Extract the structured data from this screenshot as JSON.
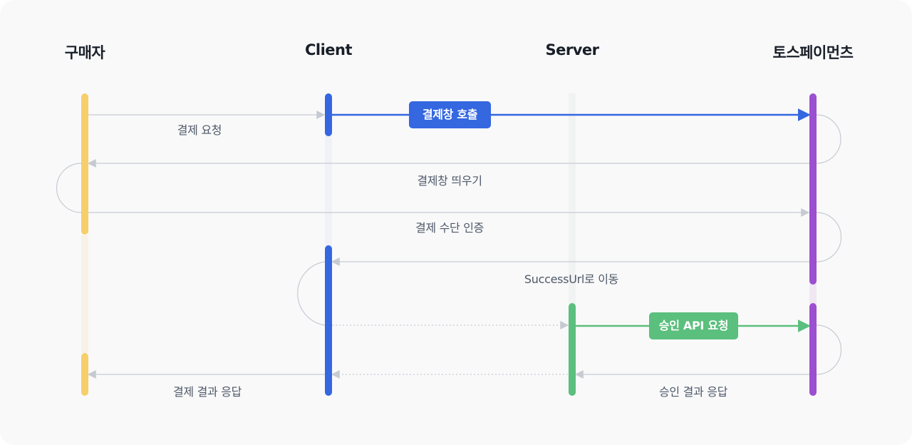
{
  "actors": {
    "buyer": "구매자",
    "client": "Client",
    "server": "Server",
    "toss": "토스페이먼츠"
  },
  "messages": {
    "pay_request": "결제 요청",
    "open_window": "결제창 호출",
    "show_window": "결제창 띄우기",
    "auth_method": "결제 수단 인증",
    "success_url": "SuccessUrl로 이동",
    "approve_request": "승인 API 요청",
    "approve_response": "승인 결과 응답",
    "pay_response": "결제 결과 응답"
  },
  "colors": {
    "buyer": "#f7cf6a",
    "client": "#3467e0",
    "server": "#5bbf7d",
    "toss": "#9c4fcf",
    "thin_line": "#c6cbd2",
    "label": "#4e5968",
    "actor": "#191f28"
  }
}
